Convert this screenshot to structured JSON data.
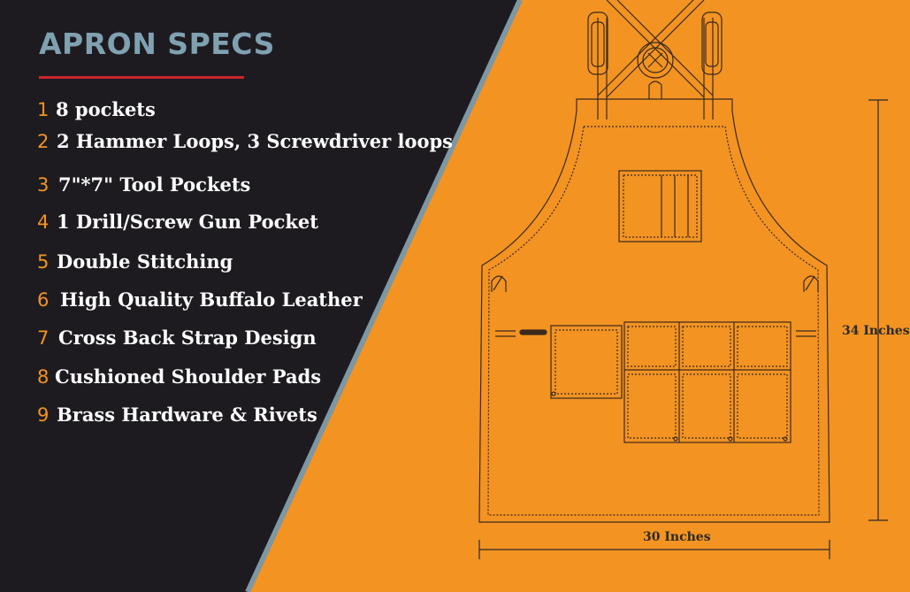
{
  "header": {
    "title": "APRON SPECS"
  },
  "specs": [
    {
      "num": "1",
      "text": "8 pockets"
    },
    {
      "num": "2",
      "text": "2 Hammer Loops, 3 Screwdriver loops"
    },
    {
      "num": "3",
      "text": "7\"*7\" Tool Pockets"
    },
    {
      "num": "4",
      "text": "1 Drill/Screw Gun Pocket"
    },
    {
      "num": "5",
      "text": "Double Stitching"
    },
    {
      "num": "6",
      "text": "High Quality Buffalo Leather"
    },
    {
      "num": "7",
      "text": "Cross Back Strap Design"
    },
    {
      "num": "8",
      "text": "Cushioned Shoulder Pads"
    },
    {
      "num": "9",
      "text": "Brass Hardware & Rivets"
    }
  ],
  "dimensions": {
    "height": "34 Inches",
    "width": "30 Inches"
  },
  "colors": {
    "background": "#f39322",
    "panel": "#1d1b20",
    "accent_line": "#c8262b",
    "title": "#7fa1b1",
    "number": "#f39322",
    "diagonal_edge": "#7d97a3"
  }
}
